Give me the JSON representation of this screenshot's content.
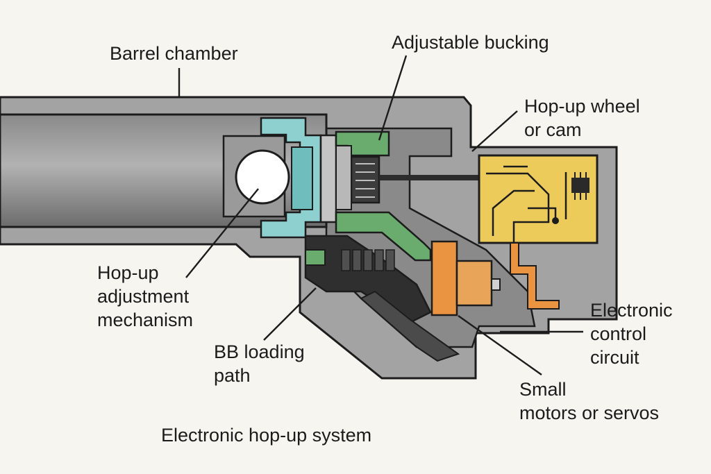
{
  "caption": "Electronic hop-up system",
  "labels": {
    "barrel_chamber": [
      "Barrel chamber"
    ],
    "adjustable_bucking": [
      "Adjustable bucking"
    ],
    "hopup_wheel": [
      "Hop-up wheel",
      "or cam"
    ],
    "adjustment_mechanism": [
      "Hop-up",
      "adjustment",
      "mechanism"
    ],
    "bb_loading_path": [
      "BB loading",
      "path"
    ],
    "control_circuit": [
      "Electronic",
      "control",
      "circuit"
    ],
    "motors": [
      "Small",
      "motors or servos"
    ]
  },
  "colors": {
    "background": "#f7f5ef",
    "outline": "#1c1c1c",
    "body_gray": "#9c9c9c",
    "barrel_gray": "#7b7b7b",
    "dark_gray": "#3a3a3a",
    "bucking_teal": "#8ecfcf",
    "wheel_green": "#6aab6e",
    "circuit_yellow": "#eccb5a",
    "motor_orange": "#ea9340"
  }
}
